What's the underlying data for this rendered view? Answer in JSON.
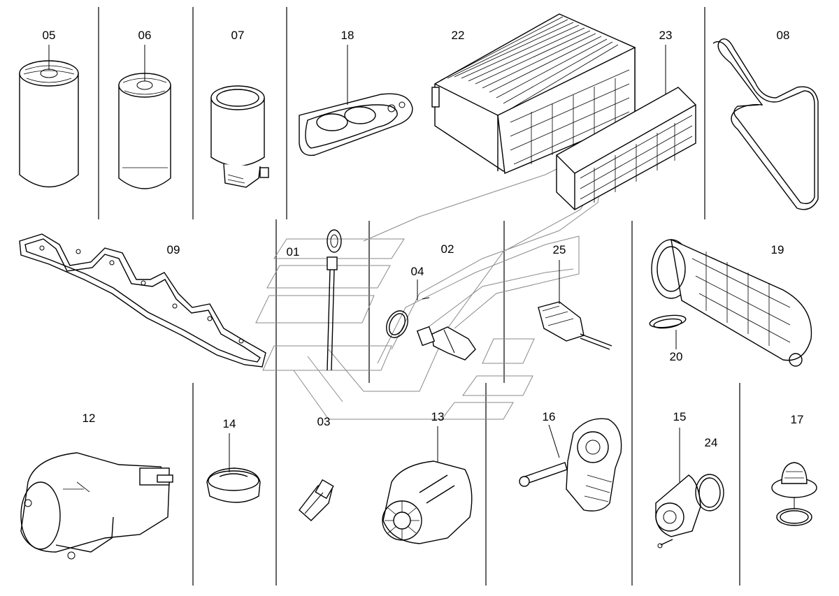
{
  "diagram": {
    "callouts": [
      "05",
      "06",
      "07",
      "18",
      "22",
      "23",
      "08",
      "09",
      "01",
      "02",
      "04",
      "25",
      "19",
      "20",
      "12",
      "14",
      "03",
      "13",
      "16",
      "15",
      "24",
      "17"
    ]
  }
}
